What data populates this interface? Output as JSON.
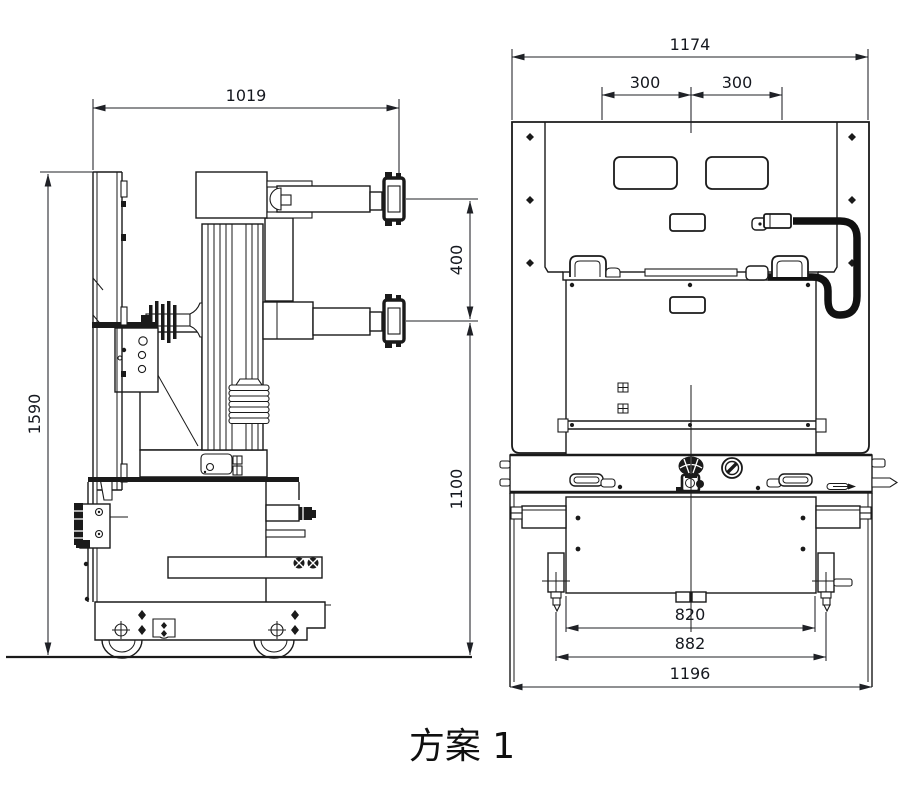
{
  "title_caption": "方案 1",
  "colors": {
    "line": "#1a1a1a",
    "dim_text": "#15181f",
    "cable": "#111111",
    "background": "#ffffff"
  },
  "side_view": {
    "dim_overall_width": "1019",
    "dim_overall_height": "1590",
    "dim_terminal_pitch": "400",
    "dim_lower_terminal_height": "1100"
  },
  "front_view": {
    "dim_overall_width": "1174",
    "dim_phase_spacing_left": "300",
    "dim_phase_spacing_right": "300",
    "dim_door_width": "820",
    "dim_foot_span": "882",
    "dim_base_width": "1196"
  }
}
